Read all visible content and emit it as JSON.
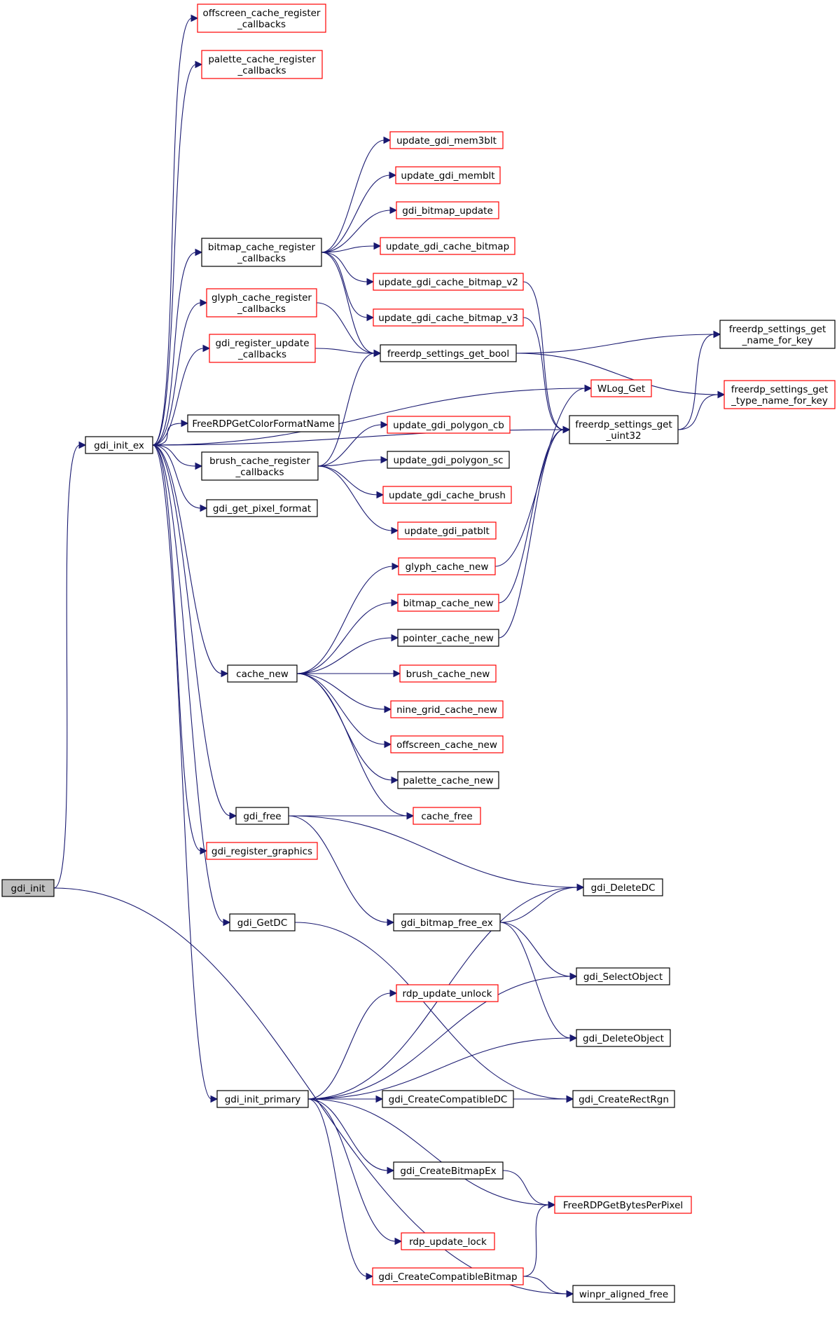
{
  "colors": {
    "edge": "#191970",
    "border_normal": "#000000",
    "border_link": "#ff0000",
    "fill_root": "#bfbfbf",
    "fill_normal": "#ffffff"
  },
  "nodes": [
    {
      "id": "gdi_init",
      "lines": [
        "gdi_init"
      ],
      "style": "root"
    },
    {
      "id": "gdi_init_ex",
      "lines": [
        "gdi_init_ex"
      ],
      "style": "normal"
    },
    {
      "id": "offscreen_reg",
      "lines": [
        "offscreen_cache_register",
        "_callbacks"
      ],
      "style": "link"
    },
    {
      "id": "palette_reg",
      "lines": [
        "palette_cache_register",
        "_callbacks"
      ],
      "style": "link"
    },
    {
      "id": "update_gdi_mem3blt",
      "lines": [
        "update_gdi_mem3blt"
      ],
      "style": "link"
    },
    {
      "id": "update_gdi_memblt",
      "lines": [
        "update_gdi_memblt"
      ],
      "style": "link"
    },
    {
      "id": "gdi_bitmap_update",
      "lines": [
        "gdi_bitmap_update"
      ],
      "style": "link"
    },
    {
      "id": "bitmap_reg",
      "lines": [
        "bitmap_cache_register",
        "_callbacks"
      ],
      "style": "normal"
    },
    {
      "id": "update_gdi_cache_bitmap",
      "lines": [
        "update_gdi_cache_bitmap"
      ],
      "style": "link"
    },
    {
      "id": "update_gdi_cache_bitmap_v2",
      "lines": [
        "update_gdi_cache_bitmap_v2"
      ],
      "style": "link"
    },
    {
      "id": "glyph_reg",
      "lines": [
        "glyph_cache_register",
        "_callbacks"
      ],
      "style": "link"
    },
    {
      "id": "update_gdi_cache_bitmap_v3",
      "lines": [
        "update_gdi_cache_bitmap_v3"
      ],
      "style": "link"
    },
    {
      "id": "freerdp_settings_get_name_for_key",
      "lines": [
        "freerdp_settings_get",
        "_name_for_key"
      ],
      "style": "normal"
    },
    {
      "id": "gdi_register_update_callbacks",
      "lines": [
        "gdi_register_update",
        "_callbacks"
      ],
      "style": "link"
    },
    {
      "id": "freerdp_settings_get_bool",
      "lines": [
        "freerdp_settings_get_bool"
      ],
      "style": "normal"
    },
    {
      "id": "WLog_Get",
      "lines": [
        "WLog_Get"
      ],
      "style": "link"
    },
    {
      "id": "freerdp_settings_get_type_name_for_key",
      "lines": [
        "freerdp_settings_get",
        "_type_name_for_key"
      ],
      "style": "link"
    },
    {
      "id": "FreeRDPGetColorFormatName",
      "lines": [
        "FreeRDPGetColorFormatName"
      ],
      "style": "normal"
    },
    {
      "id": "update_gdi_polygon_cb",
      "lines": [
        "update_gdi_polygon_cb"
      ],
      "style": "link"
    },
    {
      "id": "freerdp_settings_get_uint32",
      "lines": [
        "freerdp_settings_get",
        "_uint32"
      ],
      "style": "normal"
    },
    {
      "id": "brush_reg",
      "lines": [
        "brush_cache_register",
        "_callbacks"
      ],
      "style": "normal"
    },
    {
      "id": "update_gdi_polygon_sc",
      "lines": [
        "update_gdi_polygon_sc"
      ],
      "style": "normal"
    },
    {
      "id": "update_gdi_cache_brush",
      "lines": [
        "update_gdi_cache_brush"
      ],
      "style": "link"
    },
    {
      "id": "gdi_get_pixel_format",
      "lines": [
        "gdi_get_pixel_format"
      ],
      "style": "normal"
    },
    {
      "id": "update_gdi_patblt",
      "lines": [
        "update_gdi_patblt"
      ],
      "style": "link"
    },
    {
      "id": "glyph_cache_new",
      "lines": [
        "glyph_cache_new"
      ],
      "style": "link"
    },
    {
      "id": "bitmap_cache_new",
      "lines": [
        "bitmap_cache_new"
      ],
      "style": "link"
    },
    {
      "id": "pointer_cache_new",
      "lines": [
        "pointer_cache_new"
      ],
      "style": "normal"
    },
    {
      "id": "cache_new",
      "lines": [
        "cache_new"
      ],
      "style": "normal"
    },
    {
      "id": "brush_cache_new",
      "lines": [
        "brush_cache_new"
      ],
      "style": "link"
    },
    {
      "id": "nine_grid_cache_new",
      "lines": [
        "nine_grid_cache_new"
      ],
      "style": "link"
    },
    {
      "id": "offscreen_cache_new",
      "lines": [
        "offscreen_cache_new"
      ],
      "style": "link"
    },
    {
      "id": "palette_cache_new",
      "lines": [
        "palette_cache_new"
      ],
      "style": "normal"
    },
    {
      "id": "gdi_free",
      "lines": [
        "gdi_free"
      ],
      "style": "normal"
    },
    {
      "id": "cache_free",
      "lines": [
        "cache_free"
      ],
      "style": "link"
    },
    {
      "id": "gdi_register_graphics",
      "lines": [
        "gdi_register_graphics"
      ],
      "style": "link"
    },
    {
      "id": "gdi_DeleteDC",
      "lines": [
        "gdi_DeleteDC"
      ],
      "style": "normal"
    },
    {
      "id": "gdi_bitmap_free_ex",
      "lines": [
        "gdi_bitmap_free_ex"
      ],
      "style": "normal"
    },
    {
      "id": "gdi_GetDC",
      "lines": [
        "gdi_GetDC"
      ],
      "style": "normal"
    },
    {
      "id": "gdi_SelectObject",
      "lines": [
        "gdi_SelectObject"
      ],
      "style": "normal"
    },
    {
      "id": "rdp_update_unlock",
      "lines": [
        "rdp_update_unlock"
      ],
      "style": "link"
    },
    {
      "id": "gdi_DeleteObject",
      "lines": [
        "gdi_DeleteObject"
      ],
      "style": "normal"
    },
    {
      "id": "gdi_init_primary",
      "lines": [
        "gdi_init_primary"
      ],
      "style": "normal"
    },
    {
      "id": "gdi_CreateCompatibleDC",
      "lines": [
        "gdi_CreateCompatibleDC"
      ],
      "style": "normal"
    },
    {
      "id": "gdi_CreateRectRgn",
      "lines": [
        "gdi_CreateRectRgn"
      ],
      "style": "normal"
    },
    {
      "id": "gdi_CreateBitmapEx",
      "lines": [
        "gdi_CreateBitmapEx"
      ],
      "style": "normal"
    },
    {
      "id": "FreeRDPGetBytesPerPixel",
      "lines": [
        "FreeRDPGetBytesPerPixel"
      ],
      "style": "link"
    },
    {
      "id": "rdp_update_lock",
      "lines": [
        "rdp_update_lock"
      ],
      "style": "link"
    },
    {
      "id": "gdi_CreateCompatibleBitmap",
      "lines": [
        "gdi_CreateCompatibleBitmap"
      ],
      "style": "link"
    },
    {
      "id": "winpr_aligned_free",
      "lines": [
        "winpr_aligned_free"
      ],
      "style": "normal"
    }
  ],
  "edges": [
    [
      "gdi_init",
      "gdi_init_ex"
    ],
    [
      "gdi_init",
      "winpr_aligned_free"
    ],
    [
      "gdi_init_ex",
      "offscreen_reg"
    ],
    [
      "gdi_init_ex",
      "palette_reg"
    ],
    [
      "gdi_init_ex",
      "WLog_Get"
    ],
    [
      "gdi_init_ex",
      "bitmap_reg"
    ],
    [
      "gdi_init_ex",
      "glyph_reg"
    ],
    [
      "gdi_init_ex",
      "gdi_register_update_callbacks"
    ],
    [
      "gdi_init_ex",
      "freerdp_settings_get_uint32"
    ],
    [
      "gdi_init_ex",
      "FreeRDPGetColorFormatName"
    ],
    [
      "gdi_init_ex",
      "brush_reg"
    ],
    [
      "gdi_init_ex",
      "gdi_get_pixel_format"
    ],
    [
      "gdi_init_ex",
      "cache_new"
    ],
    [
      "gdi_init_ex",
      "gdi_free"
    ],
    [
      "gdi_init_ex",
      "gdi_register_graphics"
    ],
    [
      "gdi_init_ex",
      "gdi_GetDC"
    ],
    [
      "gdi_init_ex",
      "gdi_init_primary"
    ],
    [
      "bitmap_reg",
      "update_gdi_mem3blt"
    ],
    [
      "bitmap_reg",
      "update_gdi_memblt"
    ],
    [
      "bitmap_reg",
      "gdi_bitmap_update"
    ],
    [
      "bitmap_reg",
      "update_gdi_cache_bitmap"
    ],
    [
      "bitmap_reg",
      "update_gdi_cache_bitmap_v2"
    ],
    [
      "bitmap_reg",
      "update_gdi_cache_bitmap_v3"
    ],
    [
      "bitmap_reg",
      "freerdp_settings_get_bool"
    ],
    [
      "update_gdi_cache_bitmap_v2",
      "freerdp_settings_get_uint32"
    ],
    [
      "update_gdi_cache_bitmap_v3",
      "freerdp_settings_get_uint32"
    ],
    [
      "glyph_reg",
      "freerdp_settings_get_bool"
    ],
    [
      "gdi_register_update_callbacks",
      "freerdp_settings_get_bool"
    ],
    [
      "freerdp_settings_get_bool",
      "freerdp_settings_get_name_for_key"
    ],
    [
      "freerdp_settings_get_bool",
      "freerdp_settings_get_type_name_for_key"
    ],
    [
      "freerdp_settings_get_uint32",
      "freerdp_settings_get_name_for_key"
    ],
    [
      "freerdp_settings_get_uint32",
      "freerdp_settings_get_type_name_for_key"
    ],
    [
      "brush_reg",
      "freerdp_settings_get_bool"
    ],
    [
      "brush_reg",
      "update_gdi_polygon_cb"
    ],
    [
      "brush_reg",
      "update_gdi_polygon_sc"
    ],
    [
      "brush_reg",
      "update_gdi_cache_brush"
    ],
    [
      "brush_reg",
      "update_gdi_patblt"
    ],
    [
      "cache_new",
      "glyph_cache_new"
    ],
    [
      "cache_new",
      "bitmap_cache_new"
    ],
    [
      "cache_new",
      "pointer_cache_new"
    ],
    [
      "cache_new",
      "brush_cache_new"
    ],
    [
      "cache_new",
      "nine_grid_cache_new"
    ],
    [
      "cache_new",
      "offscreen_cache_new"
    ],
    [
      "cache_new",
      "palette_cache_new"
    ],
    [
      "cache_new",
      "cache_free"
    ],
    [
      "glyph_cache_new",
      "WLog_Get"
    ],
    [
      "bitmap_cache_new",
      "freerdp_settings_get_uint32"
    ],
    [
      "pointer_cache_new",
      "freerdp_settings_get_uint32"
    ],
    [
      "gdi_free",
      "cache_free"
    ],
    [
      "gdi_free",
      "gdi_DeleteDC"
    ],
    [
      "gdi_free",
      "gdi_bitmap_free_ex"
    ],
    [
      "gdi_bitmap_free_ex",
      "gdi_DeleteDC"
    ],
    [
      "gdi_bitmap_free_ex",
      "gdi_SelectObject"
    ],
    [
      "gdi_bitmap_free_ex",
      "gdi_DeleteObject"
    ],
    [
      "gdi_GetDC",
      "gdi_CreateRectRgn"
    ],
    [
      "gdi_init_primary",
      "gdi_DeleteDC"
    ],
    [
      "gdi_init_primary",
      "rdp_update_unlock"
    ],
    [
      "gdi_init_primary",
      "gdi_SelectObject"
    ],
    [
      "gdi_init_primary",
      "gdi_DeleteObject"
    ],
    [
      "gdi_init_primary",
      "gdi_CreateCompatibleDC"
    ],
    [
      "gdi_init_primary",
      "gdi_CreateRectRgn"
    ],
    [
      "gdi_init_primary",
      "gdi_CreateBitmapEx"
    ],
    [
      "gdi_init_primary",
      "FreeRDPGetBytesPerPixel"
    ],
    [
      "gdi_init_primary",
      "rdp_update_lock"
    ],
    [
      "gdi_init_primary",
      "gdi_CreateCompatibleBitmap"
    ],
    [
      "gdi_CreateCompatibleDC",
      "gdi_CreateRectRgn"
    ],
    [
      "gdi_CreateBitmapEx",
      "FreeRDPGetBytesPerPixel"
    ],
    [
      "gdi_CreateCompatibleBitmap",
      "FreeRDPGetBytesPerPixel"
    ],
    [
      "gdi_CreateCompatibleBitmap",
      "winpr_aligned_free"
    ]
  ]
}
